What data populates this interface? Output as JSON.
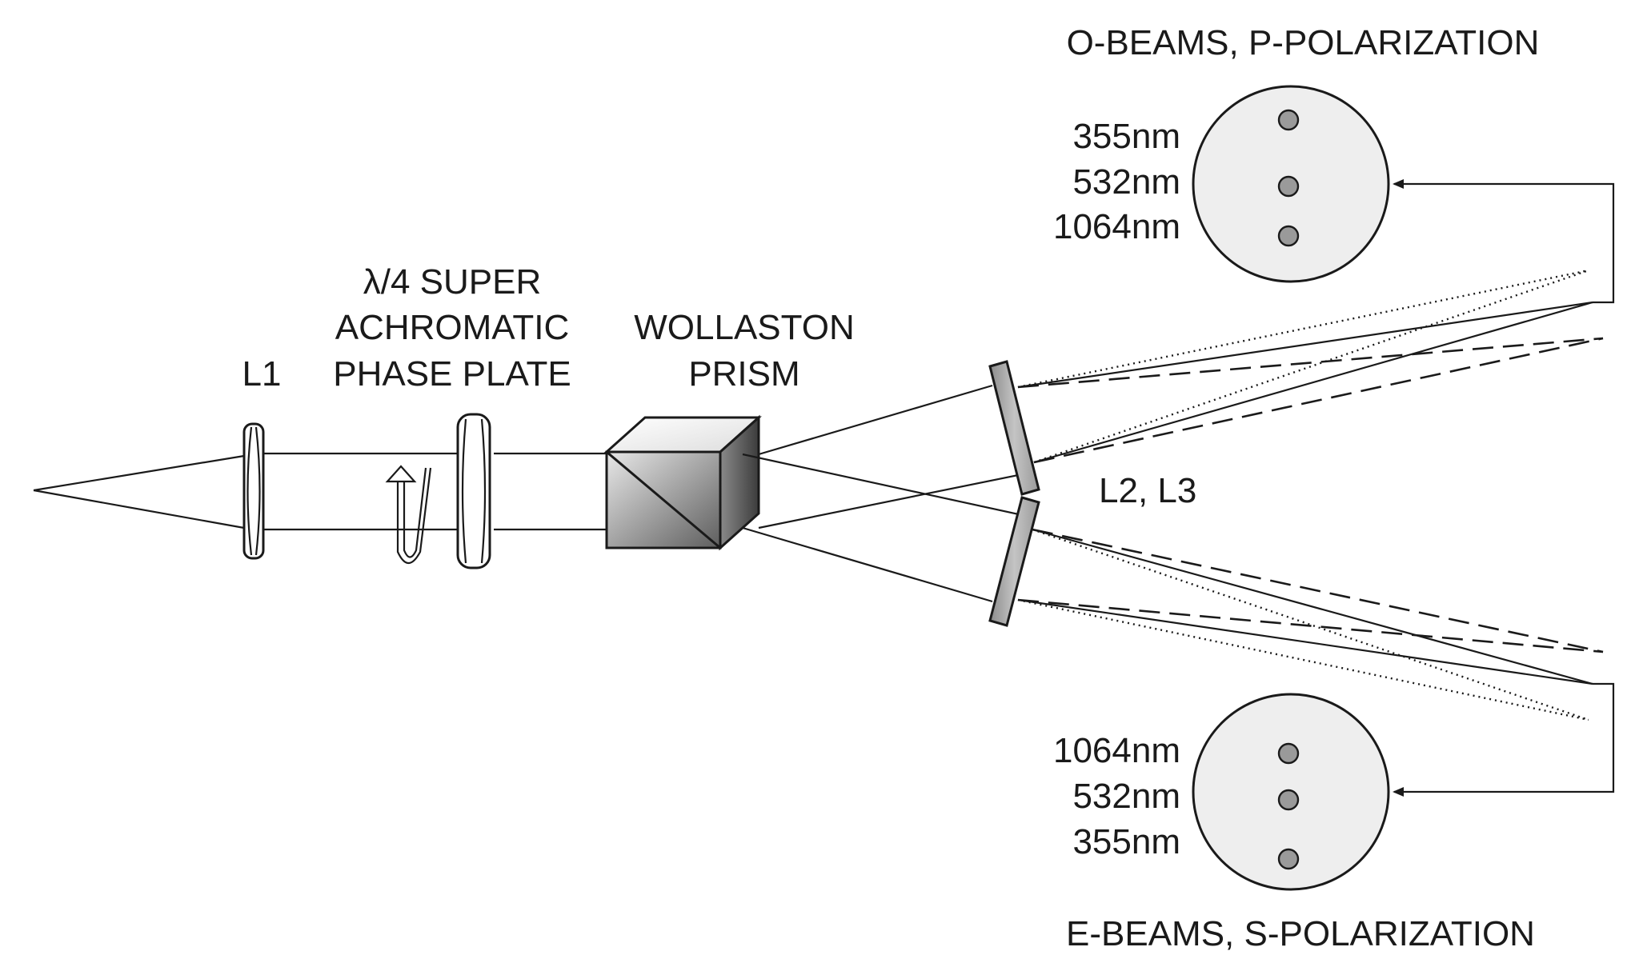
{
  "labels": {
    "l1": "L1",
    "phase_plate_line1": "λ/4 SUPER",
    "phase_plate_line2": "ACHROMATIC",
    "phase_plate_line3": "PHASE PLATE",
    "wollaston_line1": "WOLLASTON",
    "wollaston_line2": "PRISM",
    "l2_l3": "L2, L3",
    "o_beams": "O-BEAMS, P-POLARIZATION",
    "e_beams": "E-BEAMS, S-POLARIZATION"
  },
  "o_spots": [
    "355nm",
    "532nm",
    "1064nm"
  ],
  "e_spots": [
    "1064nm",
    "532nm",
    "355nm"
  ],
  "colors": {
    "line": "#1a1a1a",
    "detector_fill": "#eeeeee",
    "spot_fill": "#9a9a9a",
    "mirror_fill": "#a8a8a8",
    "prism_light": "#e6e6e6",
    "prism_dark": "#5a5a5a"
  }
}
